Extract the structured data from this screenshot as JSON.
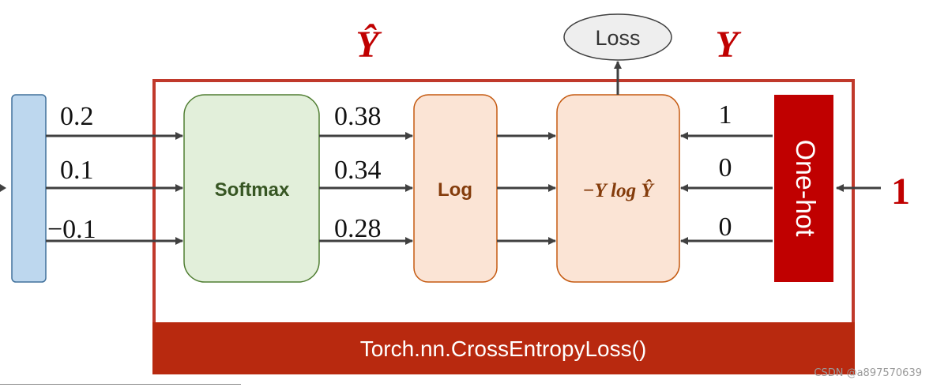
{
  "colors": {
    "frame_red": "#c0392b",
    "footer_red": "#b8290f",
    "onehot_red": "#c00000",
    "input_blue": "#bdd7ee",
    "softmax_green": "#e2efda",
    "softmax_text": "#375623",
    "peach": "#fbe4d5",
    "peach_border": "#c55a11",
    "peach_text": "#843c0c",
    "arrow": "#404040",
    "title_red": "#c00000"
  },
  "labels": {
    "y_hat": "Ŷ",
    "y": "Y",
    "loss": "Loss",
    "softmax": "Softmax",
    "log": "Log",
    "formula": "−Y log Ŷ",
    "onehot": "One-hot",
    "class_index": "1",
    "footer": "Torch.nn.CrossEntropyLoss()",
    "watermark": "CSDN @a897570639"
  },
  "inputs": [
    "0.2",
    "0.1",
    "−0.1"
  ],
  "softmax_outputs": [
    "0.38",
    "0.34",
    "0.28"
  ],
  "onehot_values": [
    "1",
    "0",
    "0"
  ],
  "icons": {
    "arrow": "arrow-right-icon"
  }
}
